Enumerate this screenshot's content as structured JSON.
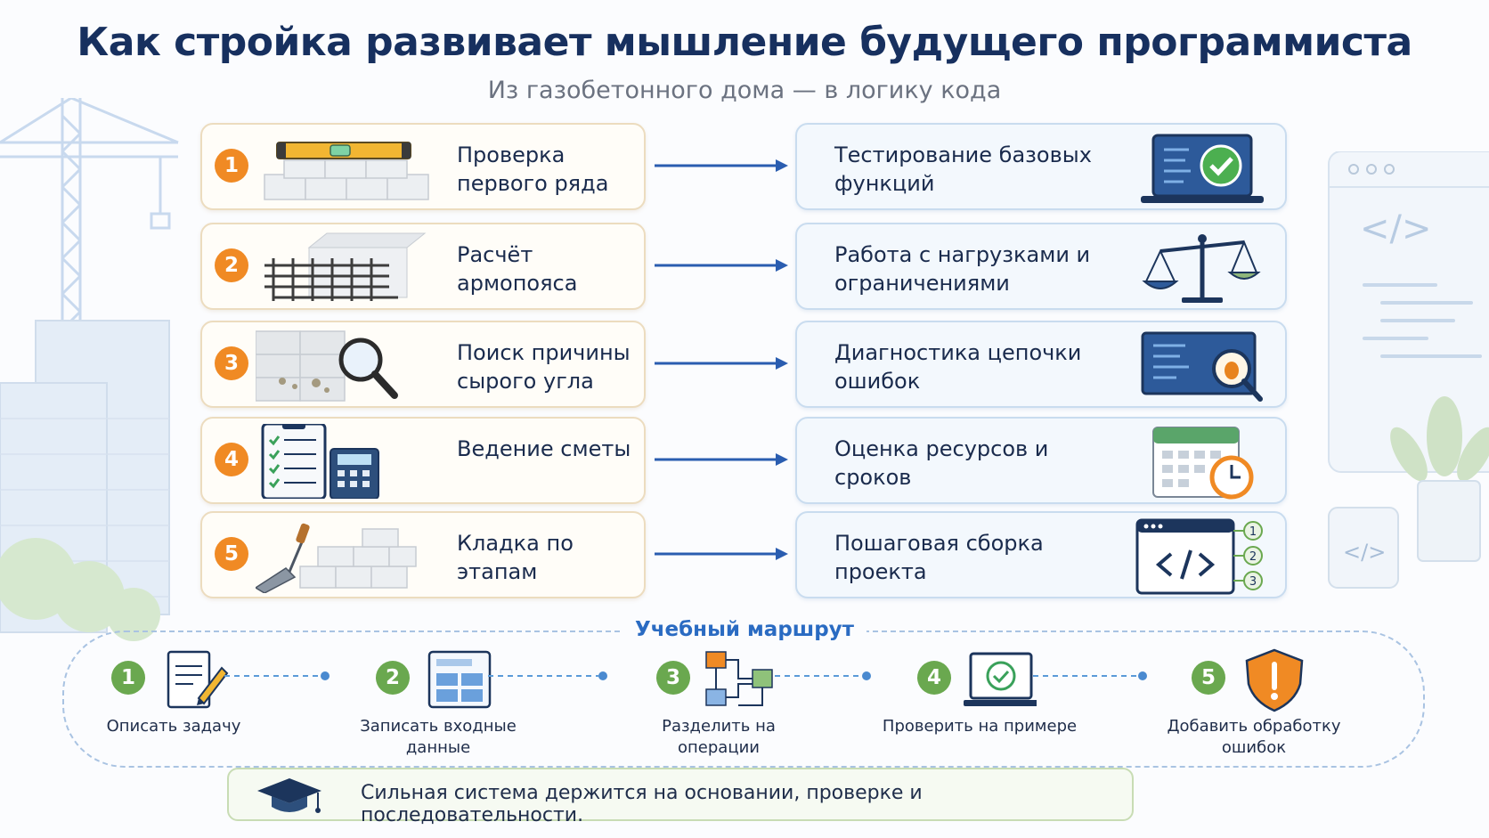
{
  "title": "Как стройка развивает мышление будущего программиста",
  "subtitle": "Из газобетонного дома — в логику кода",
  "rows": [
    {
      "num": "1",
      "left": "Проверка первого ряда",
      "right": "Тестирование базовых функций"
    },
    {
      "num": "2",
      "left": "Расчёт армопояса",
      "right": "Работа с нагрузками и ограничениями"
    },
    {
      "num": "3",
      "left": "Поиск причины сырого угла",
      "right": "Диагностика цепочки ошибок"
    },
    {
      "num": "4",
      "left": "Ведение сметы",
      "right": "Оценка ресурсов и сроков"
    },
    {
      "num": "5",
      "left": "Кладка по этапам",
      "right": "Пошаговая сборка проекта"
    }
  ],
  "route": {
    "title": "Учебный маршрут",
    "steps": [
      {
        "num": "1",
        "label": "Описать задачу"
      },
      {
        "num": "2",
        "label": "Записать входные данные"
      },
      {
        "num": "3",
        "label": "Разделить на операции"
      },
      {
        "num": "4",
        "label": "Проверить на примере"
      },
      {
        "num": "5",
        "label": "Добавить обработку ошибок"
      }
    ]
  },
  "footer": {
    "text": "Сильная система держится на основании, проверке и последовательности."
  },
  "colors": {
    "navy": "#17305f",
    "orange": "#f08a24",
    "green": "#6aa84f",
    "blue": "#2a6bc2"
  },
  "right_code_marks": [
    "1",
    "2",
    "3"
  ]
}
